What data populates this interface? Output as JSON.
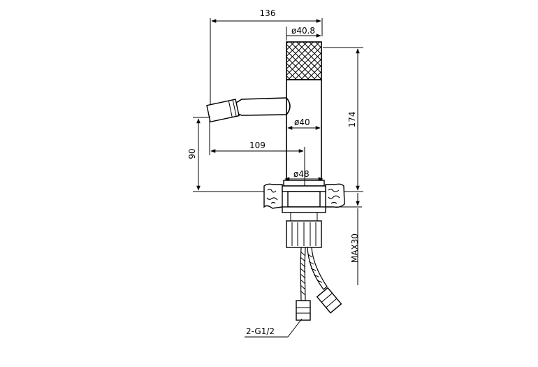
{
  "dimensions": {
    "overall_width": "136",
    "knurl_diameter": "ø40.8",
    "height": "174",
    "body_diameter": "ø40",
    "spout_reach": "109",
    "spout_height": "90",
    "base_diameter": "ø48",
    "max_deck_thickness": "MAX30",
    "connection": "2-G1/2"
  },
  "colors": {
    "line": "#000000",
    "background": "#ffffff"
  }
}
